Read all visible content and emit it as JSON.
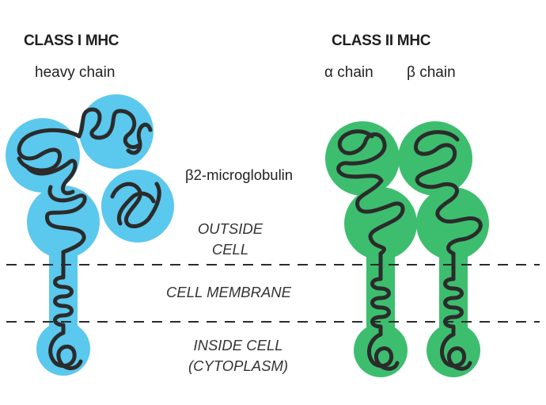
{
  "class1": {
    "title": "CLASS I MHC",
    "chain_label": "heavy chain",
    "b2m_label": "β2-microglobulin",
    "color": "#5BC8EE"
  },
  "class2": {
    "title": "CLASS II MHC",
    "alpha_label": "α chain",
    "beta_label": "β chain",
    "color": "#3DBE6E"
  },
  "regions": {
    "outside_line1": "OUTSIDE",
    "outside_line2": "CELL",
    "membrane": "CELL MEMBRANE",
    "inside_line1": "INSIDE CELL",
    "inside_line2": "(CYTOPLASM)"
  },
  "colors": {
    "strand": "#2B2B2B",
    "membrane_line": "#2B2B2B"
  }
}
